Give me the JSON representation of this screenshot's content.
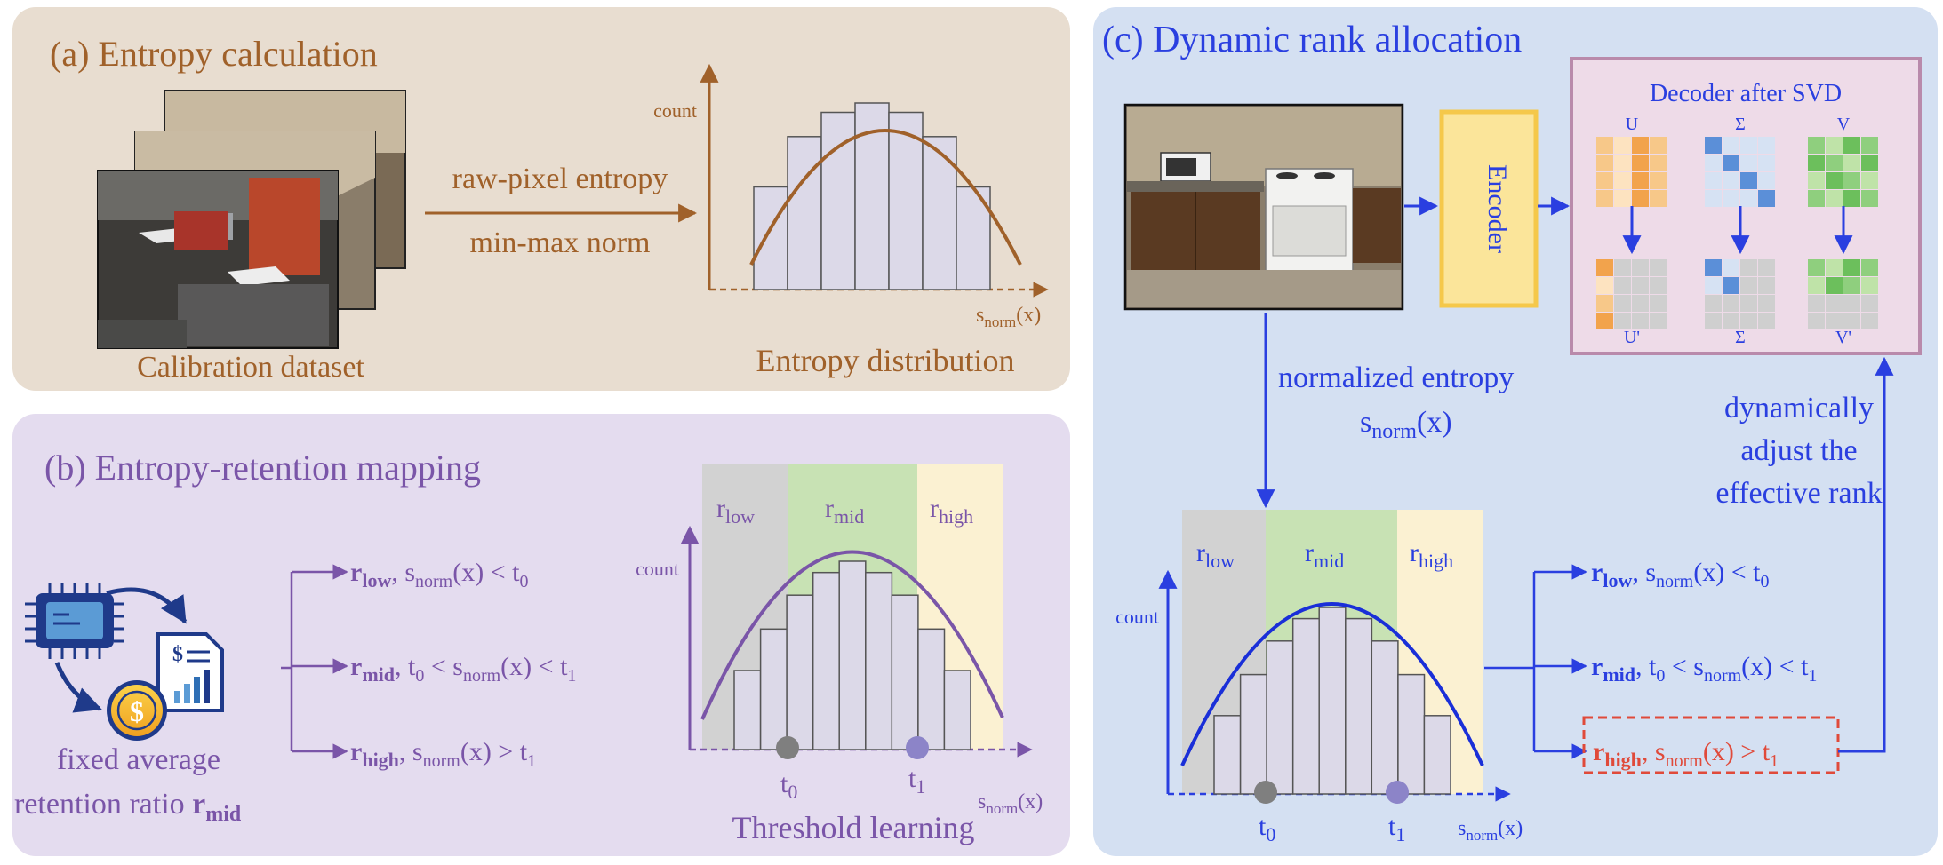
{
  "panel_a": {
    "title": "(a) Entropy calculation",
    "dataset_caption": "Calibration dataset",
    "arrow_label_top": "raw-pixel entropy",
    "arrow_label_bottom": "min-max norm",
    "y_axis_label": "count",
    "x_axis_main": "s",
    "x_axis_sub": "norm",
    "x_axis_arg": "(x)",
    "caption": "Entropy distribution",
    "hist_values": [
      0.55,
      0.82,
      0.95,
      1.0,
      0.95,
      0.82,
      0.55
    ]
  },
  "panel_b": {
    "title": "(b) Entropy-retention mapping",
    "retention_line1": "fixed average",
    "retention_line2": "retention ratio ",
    "r_main": "r",
    "r_sub": "mid",
    "rules": [
      {
        "r": "r",
        "r_sub": "low",
        "cond_pre": ", s",
        "cond_sub": "norm",
        "cond_post": "(x) < t",
        "t_sub": "0"
      },
      {
        "r": "r",
        "r_sub": "mid",
        "cond_pre": ", t",
        "t0_sub": "0",
        "cond_mid": " < s",
        "cond_sub": "norm",
        "cond_post": "(x) < t",
        "t_sub": "1"
      },
      {
        "r": "r",
        "r_sub": "high",
        "cond_pre": ", s",
        "cond_sub": "norm",
        "cond_post": "(x) > t",
        "t_sub": "1"
      }
    ],
    "region_low": "low",
    "region_mid": "mid",
    "region_high": "high",
    "y_axis_label": "count",
    "t0": "t",
    "t0_sub": "0",
    "t1": "t",
    "t1_sub": "1",
    "caption": "Threshold learning",
    "hist_values": [
      0.42,
      0.64,
      0.82,
      0.94,
      1.0,
      0.94,
      0.82,
      0.64,
      0.42
    ]
  },
  "panel_c": {
    "title": "(c) Dynamic rank allocation",
    "encoder_label": "Encoder",
    "decoder_title": "Decoder after SVD",
    "matrix_labels": [
      "U",
      "Σ",
      "V"
    ],
    "matrix_labels_after": [
      "U'",
      "Σ",
      "V'"
    ],
    "normalized_entropy_label": "normalized entropy",
    "dyn_line1": "dynamically",
    "dyn_line2": "adjust the",
    "dyn_line3": "effective rank",
    "y_axis_label": "count",
    "hist_values": [
      0.42,
      0.64,
      0.82,
      0.94,
      1.0,
      0.94,
      0.82,
      0.64,
      0.42
    ]
  },
  "colors": {
    "panel_a_bg": "#e8ddd0",
    "panel_b_bg": "#e4dcef",
    "panel_c_bg": "#d4e0f2",
    "brown": "#a0612a",
    "purple": "#7a55a8",
    "blue": "#2a3fe0",
    "red": "#e04a3a",
    "bar_fill": "#dcd9e8",
    "low_region": "#d2d2d2",
    "mid_region": "#c8e2b4",
    "high_region": "#fbf1d2",
    "encoder_fill": "#fbe59a",
    "encoder_stroke": "#f5c84a",
    "decoder_bg": "#eedbe8",
    "decoder_stroke": "#b98aab"
  }
}
